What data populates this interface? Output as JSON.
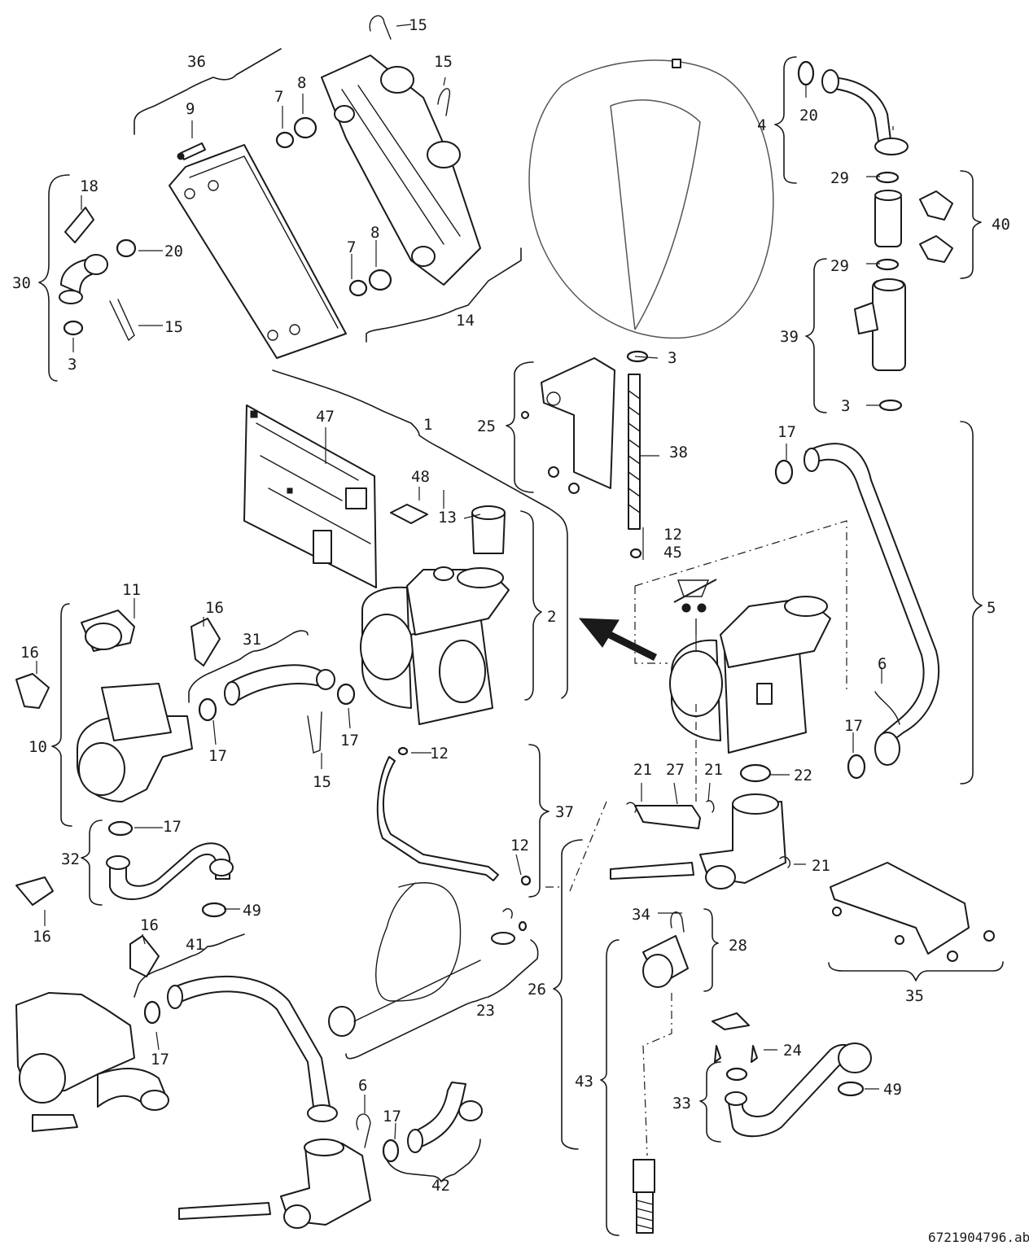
{
  "document_id": "6721904796.ab",
  "callouts": {
    "c1": "1",
    "c2": "2",
    "c3a": "3",
    "c3b": "3",
    "c3c": "3",
    "c4": "4",
    "c5": "5",
    "c6a": "6",
    "c6b": "6",
    "c7a": "7",
    "c7b": "7",
    "c8a": "8",
    "c8b": "8",
    "c9": "9",
    "c10": "10",
    "c11": "11",
    "c12a": "12",
    "c12b": "12",
    "c12c": "12",
    "c13": "13",
    "c14": "14",
    "c15a": "15",
    "c15b": "15",
    "c15c": "15",
    "c15d": "15",
    "c16a": "16",
    "c16b": "16",
    "c16c": "16",
    "c16d": "16",
    "c17a": "17",
    "c17b": "17",
    "c17c": "17",
    "c17d": "17",
    "c17e": "17",
    "c17f": "17",
    "c17g": "17",
    "c18": "18",
    "c20a": "20",
    "c20b": "20",
    "c21a": "21",
    "c21b": "21",
    "c21c": "21",
    "c22": "22",
    "c23": "23",
    "c24": "24",
    "c25": "25",
    "c26": "26",
    "c27": "27",
    "c28": "28",
    "c29a": "29",
    "c29b": "29",
    "c30": "30",
    "c31": "31",
    "c32": "32",
    "c33": "33",
    "c34": "34",
    "c35": "35",
    "c36": "36",
    "c37": "37",
    "c38": "38",
    "c39": "39",
    "c40": "40",
    "c41": "41",
    "c42": "42",
    "c43": "43",
    "c45": "45",
    "c47": "47",
    "c48": "48",
    "c49a": "49",
    "c49b": "49"
  },
  "icons": [
    "no-shopping-cart-icon",
    "direction-arrow-icon"
  ]
}
